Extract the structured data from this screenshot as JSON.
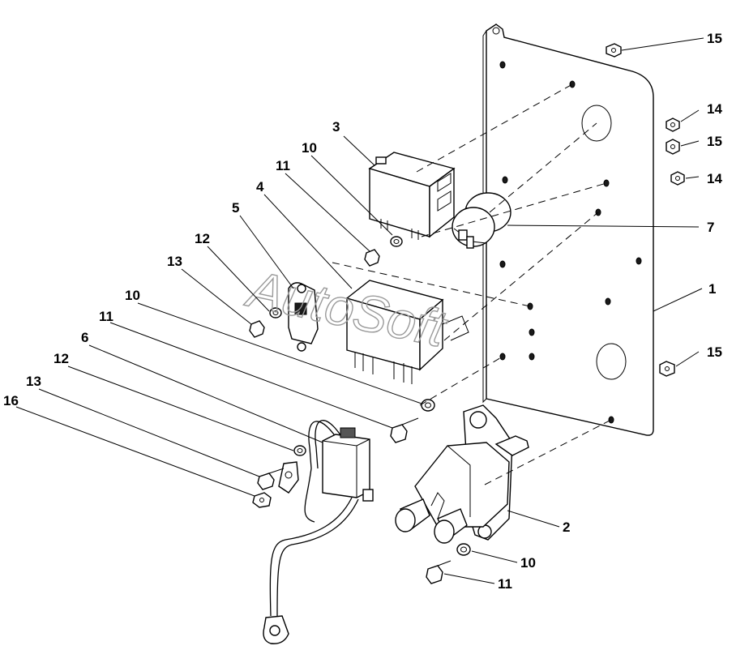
{
  "watermark": "AutoSoft",
  "callouts": [
    {
      "id": "c15a",
      "text": "15"
    },
    {
      "id": "c14a",
      "text": "14"
    },
    {
      "id": "c15b",
      "text": "15"
    },
    {
      "id": "c14b",
      "text": "14"
    },
    {
      "id": "c7",
      "text": "7"
    },
    {
      "id": "c1",
      "text": "1"
    },
    {
      "id": "c15c",
      "text": "15"
    },
    {
      "id": "c2",
      "text": "2"
    },
    {
      "id": "c10c",
      "text": "10"
    },
    {
      "id": "c11c",
      "text": "11"
    },
    {
      "id": "c3",
      "text": "3"
    },
    {
      "id": "c10a",
      "text": "10"
    },
    {
      "id": "c11a",
      "text": "11"
    },
    {
      "id": "c4",
      "text": "4"
    },
    {
      "id": "c5",
      "text": "5"
    },
    {
      "id": "c12a",
      "text": "12"
    },
    {
      "id": "c13a",
      "text": "13"
    },
    {
      "id": "c10b",
      "text": "10"
    },
    {
      "id": "c11b",
      "text": "11"
    },
    {
      "id": "c6",
      "text": "6"
    },
    {
      "id": "c12b",
      "text": "12"
    },
    {
      "id": "c13b",
      "text": "13"
    },
    {
      "id": "c16",
      "text": "16"
    }
  ]
}
